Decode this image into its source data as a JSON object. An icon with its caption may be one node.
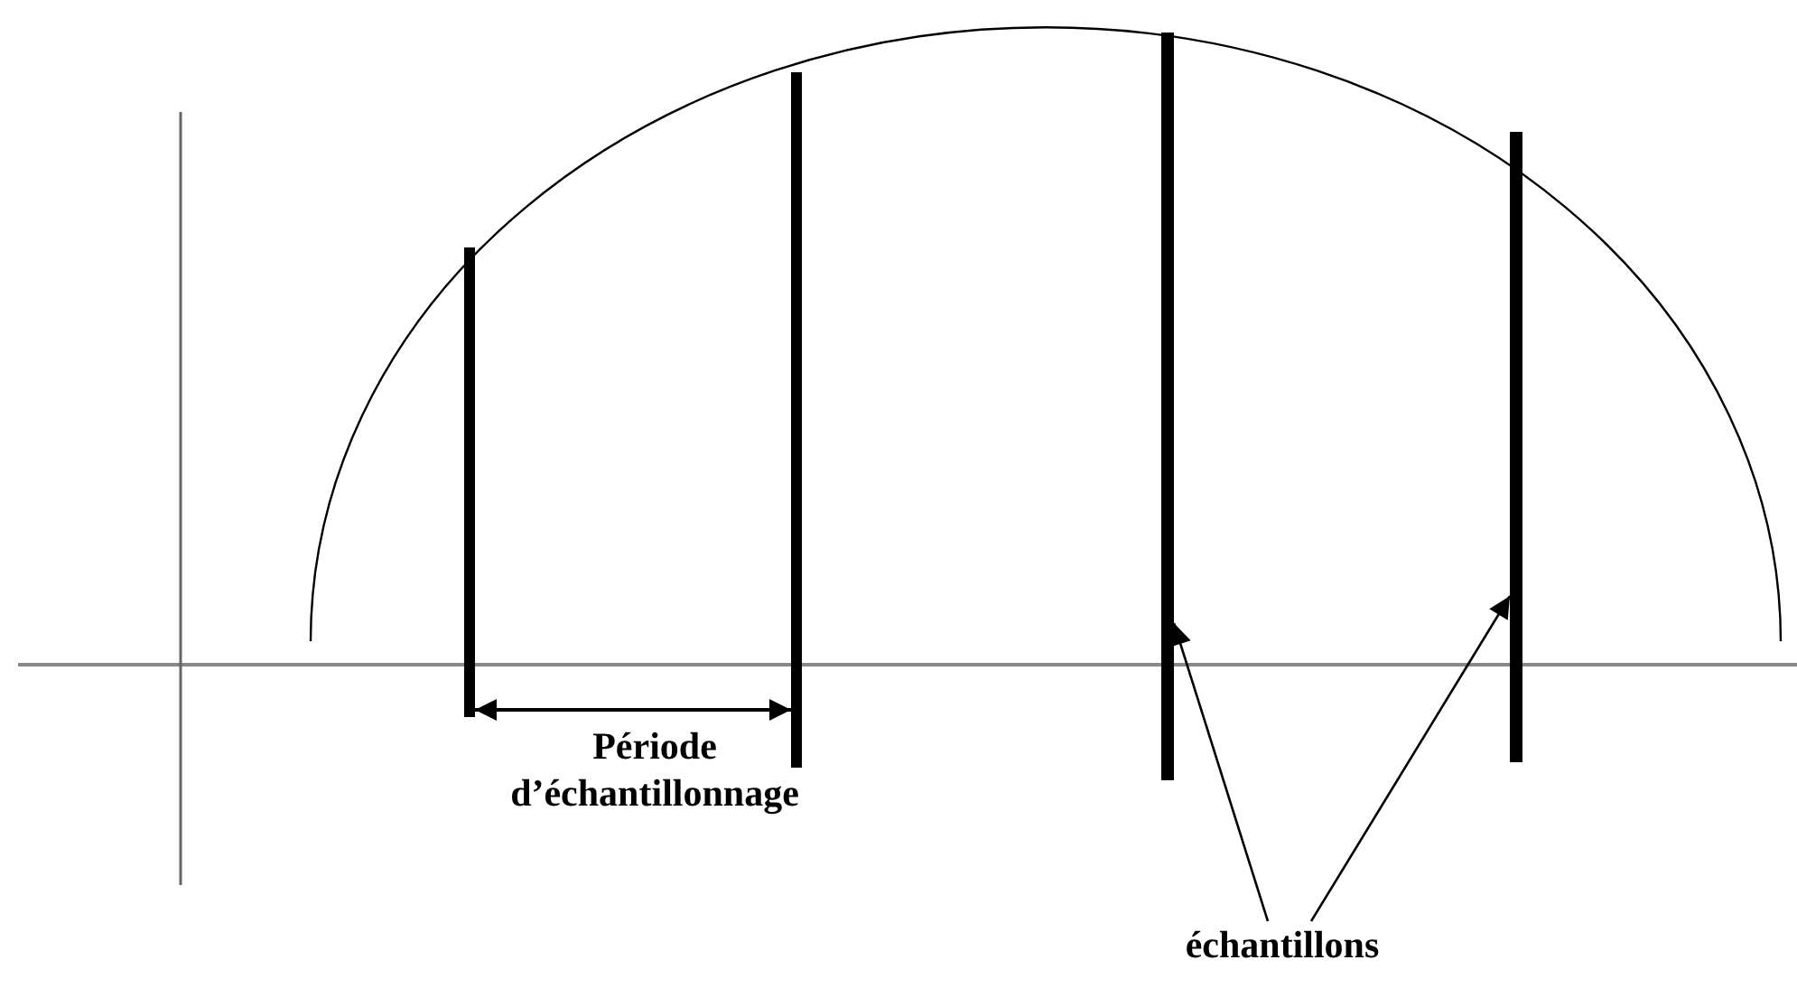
{
  "diagram": {
    "nodes": [
      {
        "text": [],
        "shape": "bar"
      },
      {
        "text": [],
        "shape": "bar"
      },
      {
        "text": [],
        "shape": "bar"
      },
      {
        "text": [],
        "shape": "bar"
      },
      {
        "text": [
          "échantillons"
        ]
      }
    ],
    "edges": [
      {
        "from": 4,
        "to": 2,
        "arrow": "to"
      },
      {
        "from": 4,
        "to": 3,
        "arrow": "to"
      },
      {
        "from": 0,
        "to": 1,
        "arrow": "both"
      }
    ],
    "labels": [
      "Période d’échantillonnage"
    ]
  }
}
